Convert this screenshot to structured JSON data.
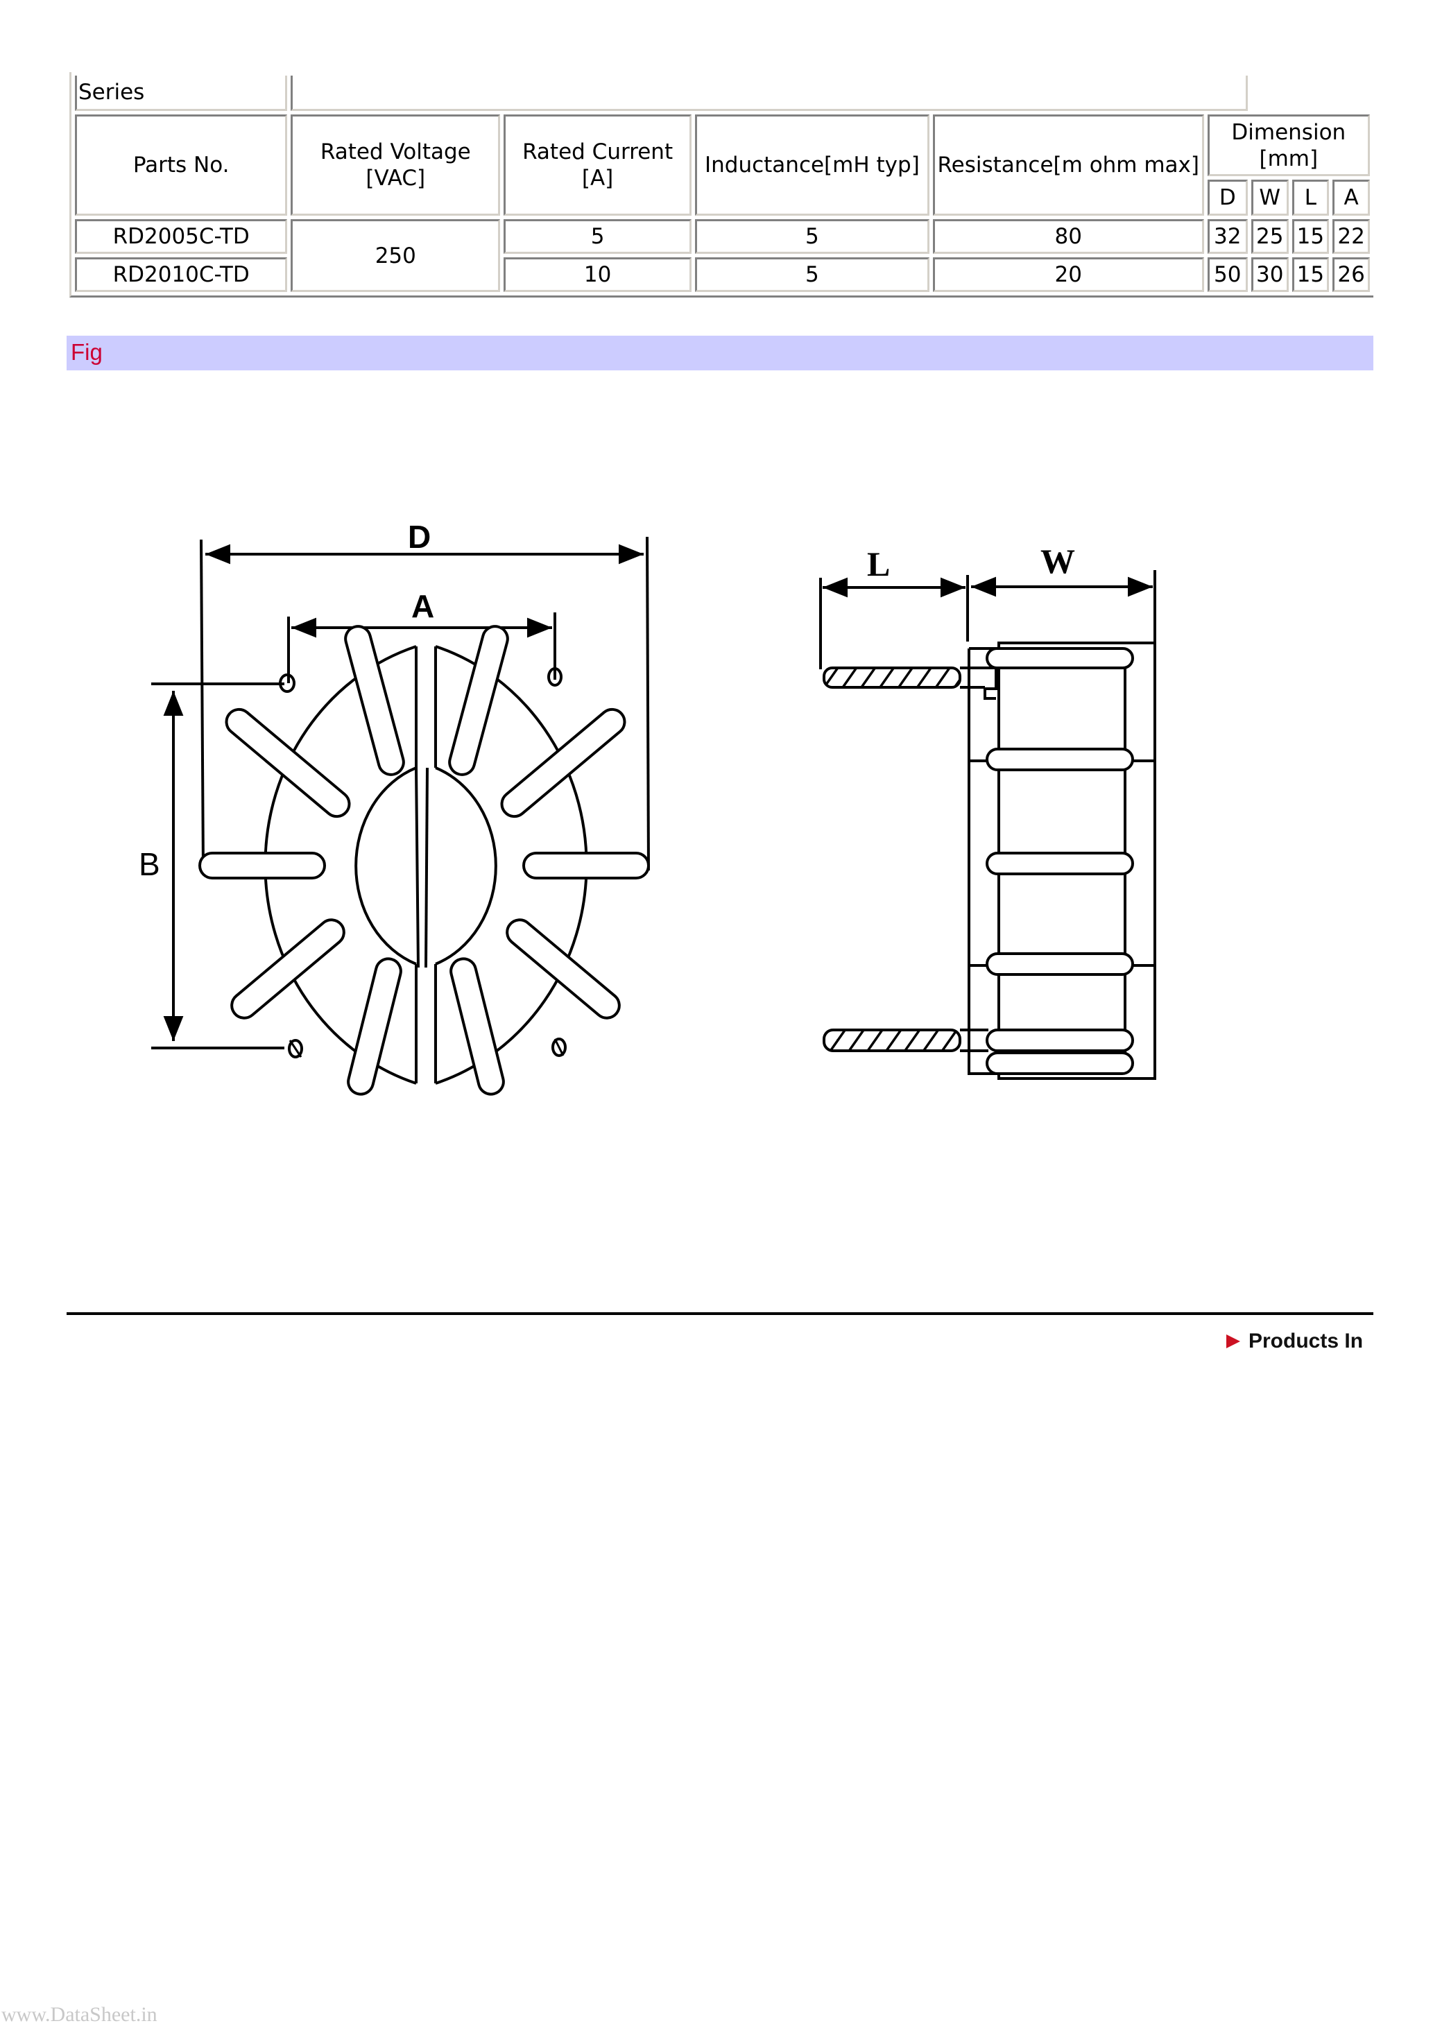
{
  "table": {
    "series_label": "Series",
    "headers": {
      "parts_no": "Parts No.",
      "rated_voltage": "Rated Voltage [VAC]",
      "rated_current": "Rated Current [A]",
      "inductance": "Inductance[mH typ]",
      "resistance": "Resistance[m ohm max]",
      "dimension": "Dimension [mm]",
      "dim_cols": [
        "D",
        "W",
        "L",
        "A"
      ]
    },
    "rated_voltage_shared": "250",
    "rows": [
      {
        "part": "RD2005C-TD",
        "current": "5",
        "inductance": "5",
        "resistance": "80",
        "D": "32",
        "W": "25",
        "L": "15",
        "A": "22"
      },
      {
        "part": "RD2010C-TD",
        "current": "10",
        "inductance": "5",
        "resistance": "20",
        "D": "50",
        "W": "30",
        "L": "15",
        "A": "26"
      }
    ]
  },
  "fig": {
    "label": "Fig"
  },
  "drawing": {
    "front_view_labels": {
      "D": "D",
      "A": "A",
      "B": "B"
    },
    "side_view_labels": {
      "L": "L",
      "W": "W"
    }
  },
  "footer": {
    "products_link": "Products In"
  },
  "watermark": "www.DataSheet.in",
  "colors": {
    "fig_bar_bg": "#ccccff",
    "fig_text": "#cc0033",
    "arrow_red": "#cc1122",
    "bevel_dark": "#808080",
    "bevel_light": "#d4d0c8"
  }
}
